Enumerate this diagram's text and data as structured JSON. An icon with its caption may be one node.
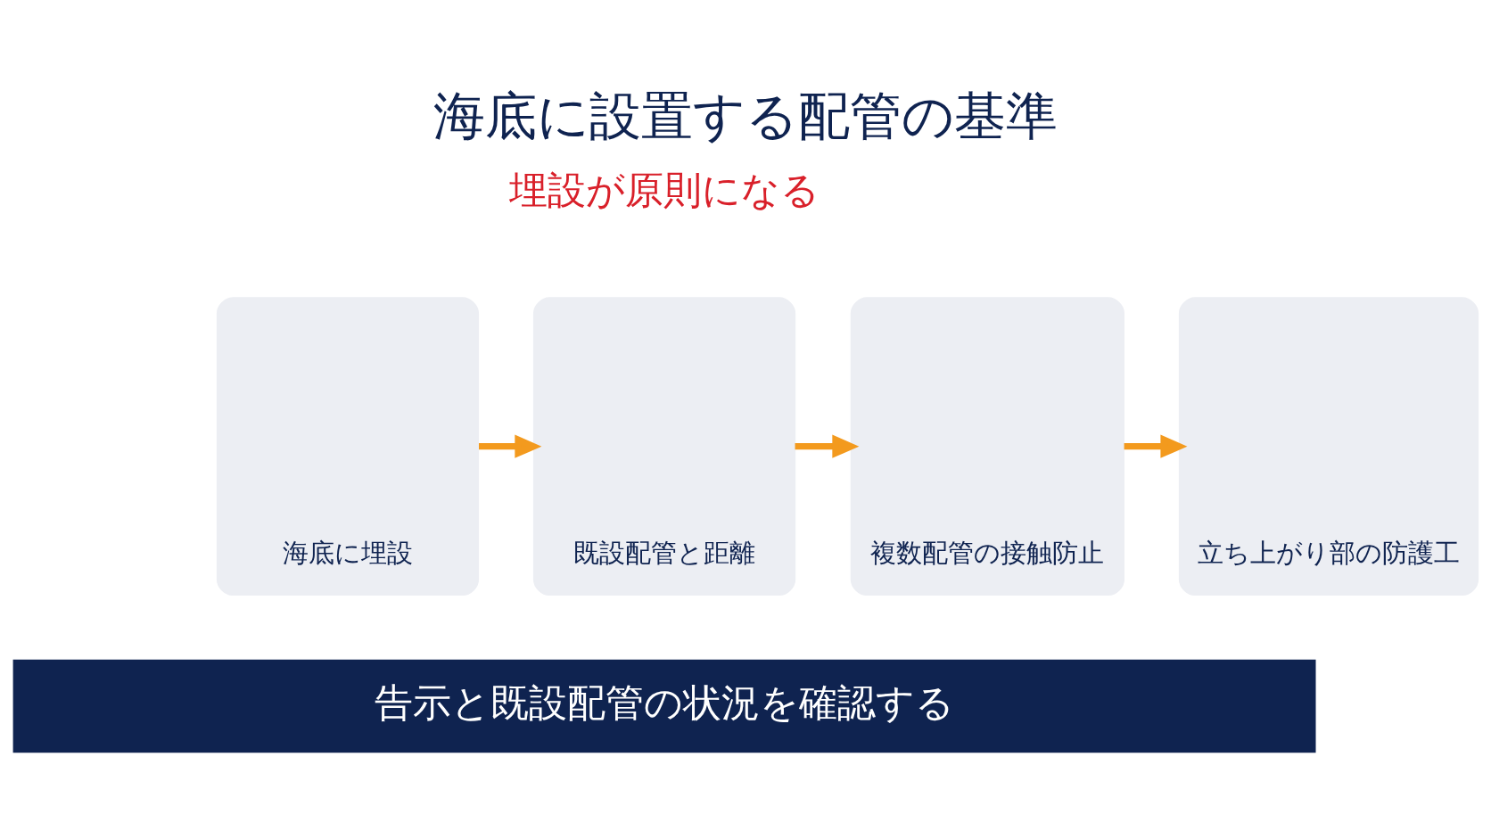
{
  "diagram": {
    "title": "海底に設置する配管の基準",
    "nodes": [
      {
        "text": [
          "海底に埋設"
        ]
      },
      {
        "text": [
          "既設配管と距離"
        ]
      },
      {
        "text": [
          "複数配管の接触防止"
        ]
      },
      {
        "text": [
          "立ち上がり部の防護工"
        ]
      }
    ],
    "edges": [
      {
        "from": 0,
        "to": 1,
        "arrow": "to"
      },
      {
        "from": 1,
        "to": 2,
        "arrow": "to"
      },
      {
        "from": 2,
        "to": 3,
        "arrow": "to"
      }
    ],
    "labels": [
      "埋設が原則になる",
      "告示と既設配管の状況を確認する"
    ]
  }
}
